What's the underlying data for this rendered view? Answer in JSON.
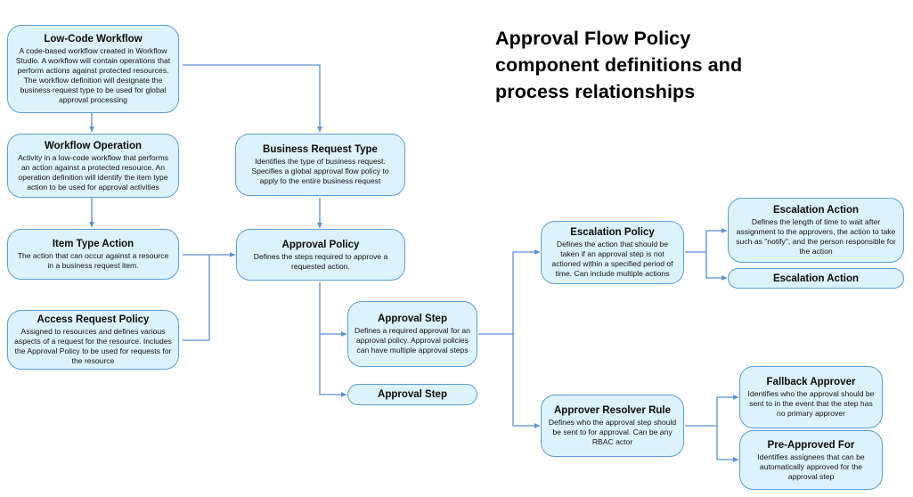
{
  "title": {
    "line1": "Approval Flow Policy",
    "line2": "component definitions and",
    "line3": "process relationships"
  },
  "colors": {
    "node_fill": "#ddf3fb",
    "node_border": "#5b9bd5",
    "connector": "#5b8fd0",
    "text": "#0a0a0a",
    "background": "#ffffff"
  },
  "nodes": {
    "low_code_workflow": {
      "title": "Low-Code Workflow",
      "desc": "A code-based workflow created in Workflow Studio.  A workflow will contain operations that perform actions against protected resources. The workflow definition will designate the business request type to be used for global approval processing"
    },
    "workflow_operation": {
      "title": "Workflow Operation",
      "desc": "Activity in a low-code workflow that performs an action against a protected resource.  An operation definition will identify the item type action to be used for approval activities"
    },
    "item_type_action": {
      "title": "Item Type Action",
      "desc": "The action that can occur against a resource in a business request item."
    },
    "access_request_policy": {
      "title": "Access Request Policy",
      "desc": "Assigned to resources and defines various aspects of a request for the resource.  Includes the Approval Policy to be used for requests for the resource"
    },
    "business_request_type": {
      "title": "Business Request Type",
      "desc": "Identifies the type of business request.  Specifies a global approval flow policy to apply to the entire business request"
    },
    "approval_policy": {
      "title": "Approval Policy",
      "desc": "Defines the steps required to approve a requested action."
    },
    "approval_step_1": {
      "title": "Approval Step",
      "desc": "Defines a required approval for an approval policy.  Approval policies can have multiple approval steps"
    },
    "approval_step_2": {
      "title": "Approval Step",
      "desc": ""
    },
    "escalation_policy": {
      "title": "Escalation Policy",
      "desc": "Defines the action that should be taken if an approval step is not actioned within a specified period of time.  Can include multiple actions"
    },
    "escalation_action_1": {
      "title": "Escalation Action",
      "desc": "Defines the length of time to wait after assignment to the approvers, the action to take such as \"notify\", and the person responsible for the action"
    },
    "escalation_action_2": {
      "title": "Escalation Action",
      "desc": ""
    },
    "approver_resolver_rule": {
      "title": "Approver Resolver Rule",
      "desc": "Defines who the approval step should be sent to for approval.  Can be any RBAC actor"
    },
    "fallback_approver": {
      "title": "Fallback Approver",
      "desc": "Identifies who the approval should be sent to in the event that the step has no primary approver"
    },
    "pre_approved_for": {
      "title": "Pre-Approved For",
      "desc": "Identifies assignees that can be automatically approved for the approval step"
    }
  },
  "connections": [
    {
      "from": "low_code_workflow",
      "to": "workflow_operation"
    },
    {
      "from": "low_code_workflow",
      "to": "business_request_type"
    },
    {
      "from": "workflow_operation",
      "to": "item_type_action"
    },
    {
      "from": "item_type_action",
      "to": "approval_policy"
    },
    {
      "from": "access_request_policy",
      "to": "approval_policy"
    },
    {
      "from": "business_request_type",
      "to": "approval_policy"
    },
    {
      "from": "approval_policy",
      "to": "approval_step_1"
    },
    {
      "from": "approval_policy",
      "to": "approval_step_2"
    },
    {
      "from": "approval_step_1",
      "to": "escalation_policy"
    },
    {
      "from": "approval_step_1",
      "to": "approver_resolver_rule"
    },
    {
      "from": "escalation_policy",
      "to": "escalation_action_1"
    },
    {
      "from": "escalation_policy",
      "to": "escalation_action_2"
    },
    {
      "from": "approver_resolver_rule",
      "to": "fallback_approver"
    },
    {
      "from": "approver_resolver_rule",
      "to": "pre_approved_for"
    }
  ]
}
